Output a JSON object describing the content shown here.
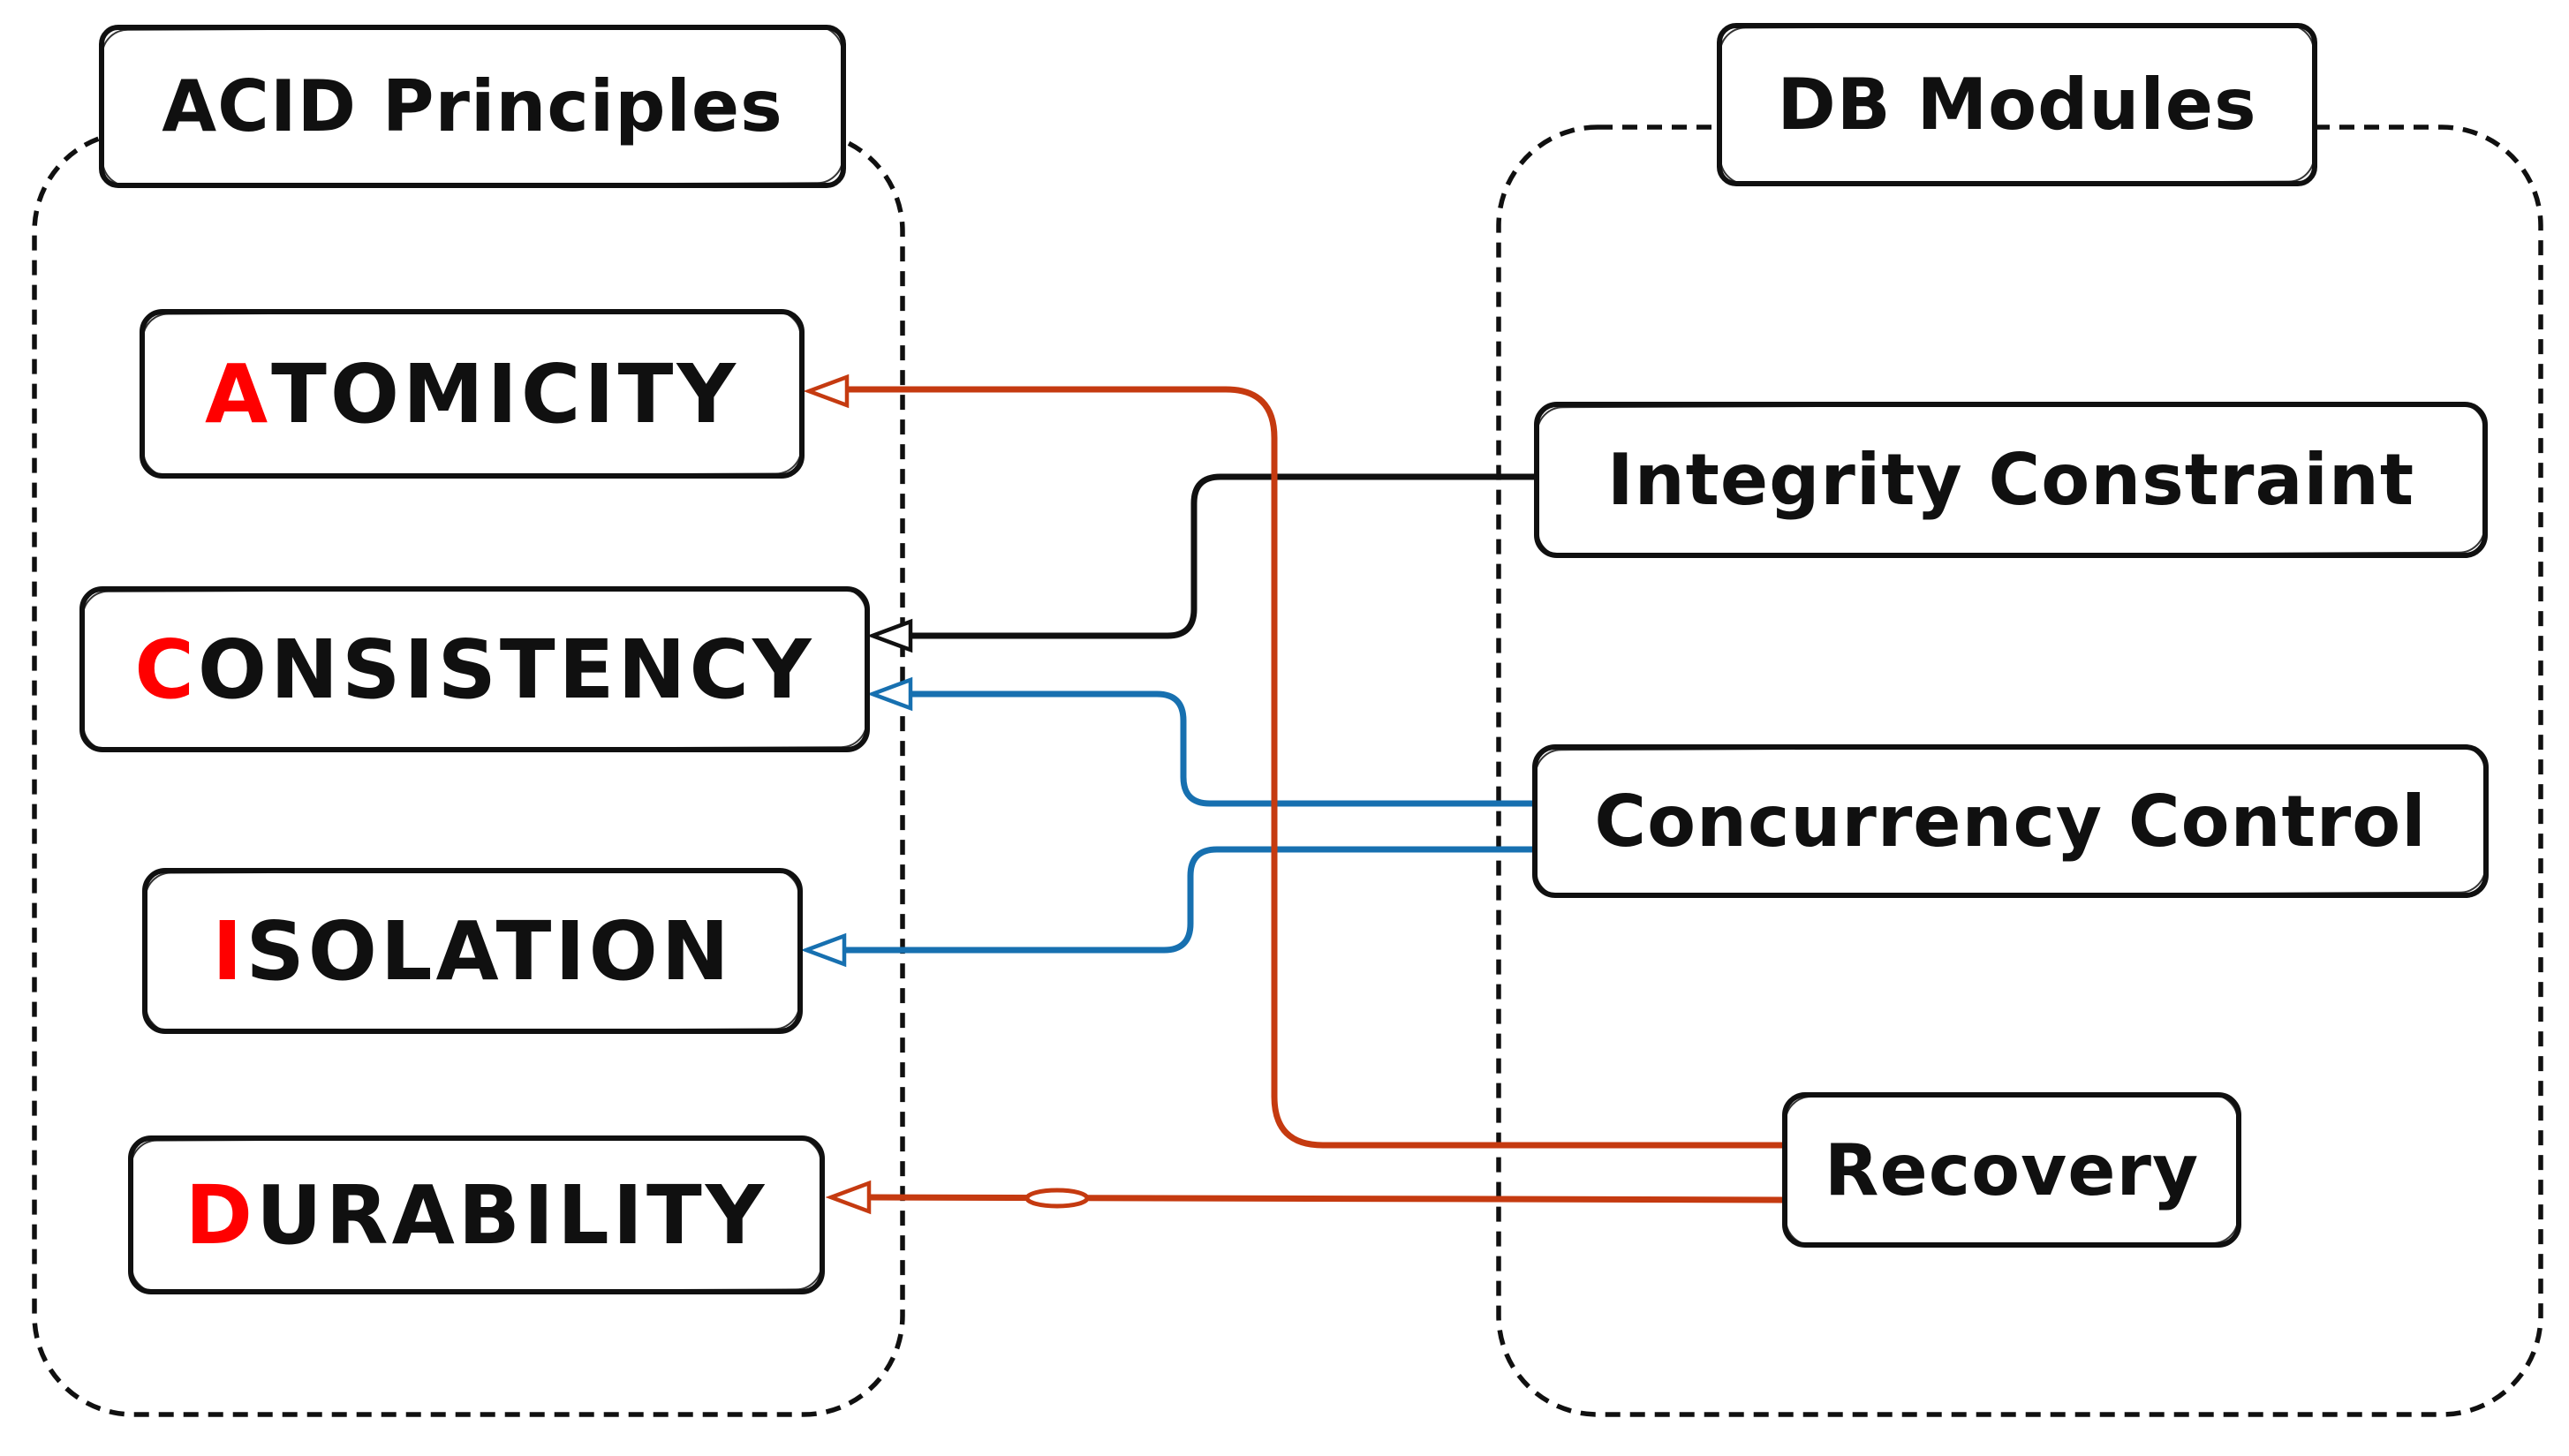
{
  "page": {
    "background": "#ffffff"
  },
  "left_panel": {
    "title": "ACID Principles",
    "items": [
      {
        "id": "atomicity",
        "first_letter": "A",
        "rest": "TOMICITY",
        "label": "ATOMICITY"
      },
      {
        "id": "consistency",
        "first_letter": "C",
        "rest": "ONSISTENCY",
        "label": "CONSISTENCY"
      },
      {
        "id": "isolation",
        "first_letter": "I",
        "rest": "SOLATION",
        "label": "ISOLATION"
      },
      {
        "id": "durability",
        "first_letter": "D",
        "rest": "URABILITY",
        "label": "DURABILITY"
      }
    ]
  },
  "right_panel": {
    "title": "DB Modules",
    "items": [
      {
        "id": "integrity-constraint",
        "label": "Integrity Constraint"
      },
      {
        "id": "concurrency-control",
        "label": "Concurrency Control"
      },
      {
        "id": "recovery",
        "label": "Recovery"
      }
    ]
  },
  "connections": [
    {
      "from": "Integrity Constraint",
      "to": "CONSISTENCY",
      "color_key": "connector_black"
    },
    {
      "from": "Concurrency Control",
      "to": "CONSISTENCY",
      "color_key": "connector_blue"
    },
    {
      "from": "Concurrency Control",
      "to": "ISOLATION",
      "color_key": "connector_blue"
    },
    {
      "from": "Recovery",
      "to": "ATOMICITY",
      "color_key": "connector_red"
    },
    {
      "from": "Recovery",
      "to": "DURABILITY",
      "color_key": "connector_red"
    }
  ],
  "colors": {
    "stroke_black": "#101010",
    "connector_black": "#101010",
    "connector_blue": "#1770B0",
    "connector_red": "#C53A10",
    "letter_red": "#ff0000",
    "background": "#ffffff"
  }
}
